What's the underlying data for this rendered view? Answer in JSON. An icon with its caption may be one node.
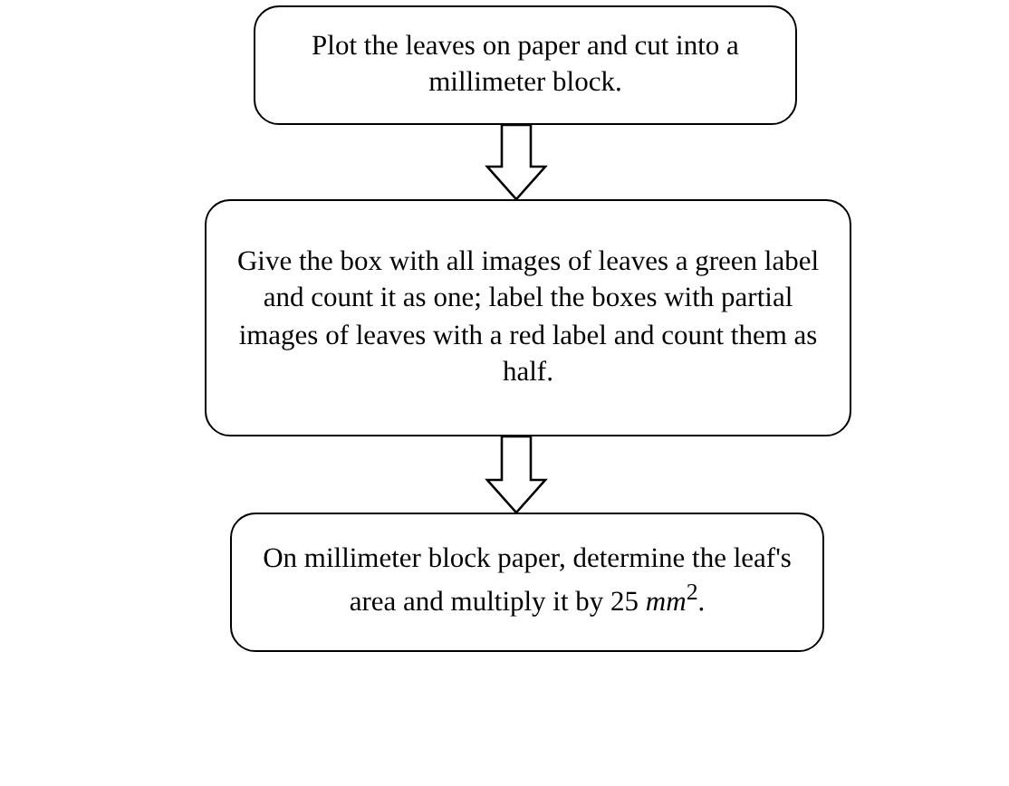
{
  "diagram": {
    "nodes": [
      {
        "text": [
          "Plot the leaves on paper and cut into a millimeter block."
        ]
      },
      {
        "text": [
          "Give the box with all images of leaves a green label and count it as one; label the boxes with partial images of leaves with a red label and count them as half."
        ]
      },
      {
        "text": [
          "On millimeter block paper, determine the leaf's area and multiply it by 25 *mm*$^{2}$."
        ]
      }
    ],
    "edges": [
      {
        "from": 0,
        "to": 1,
        "arrow": "to"
      },
      {
        "from": 1,
        "to": 2,
        "arrow": "to"
      }
    ]
  }
}
